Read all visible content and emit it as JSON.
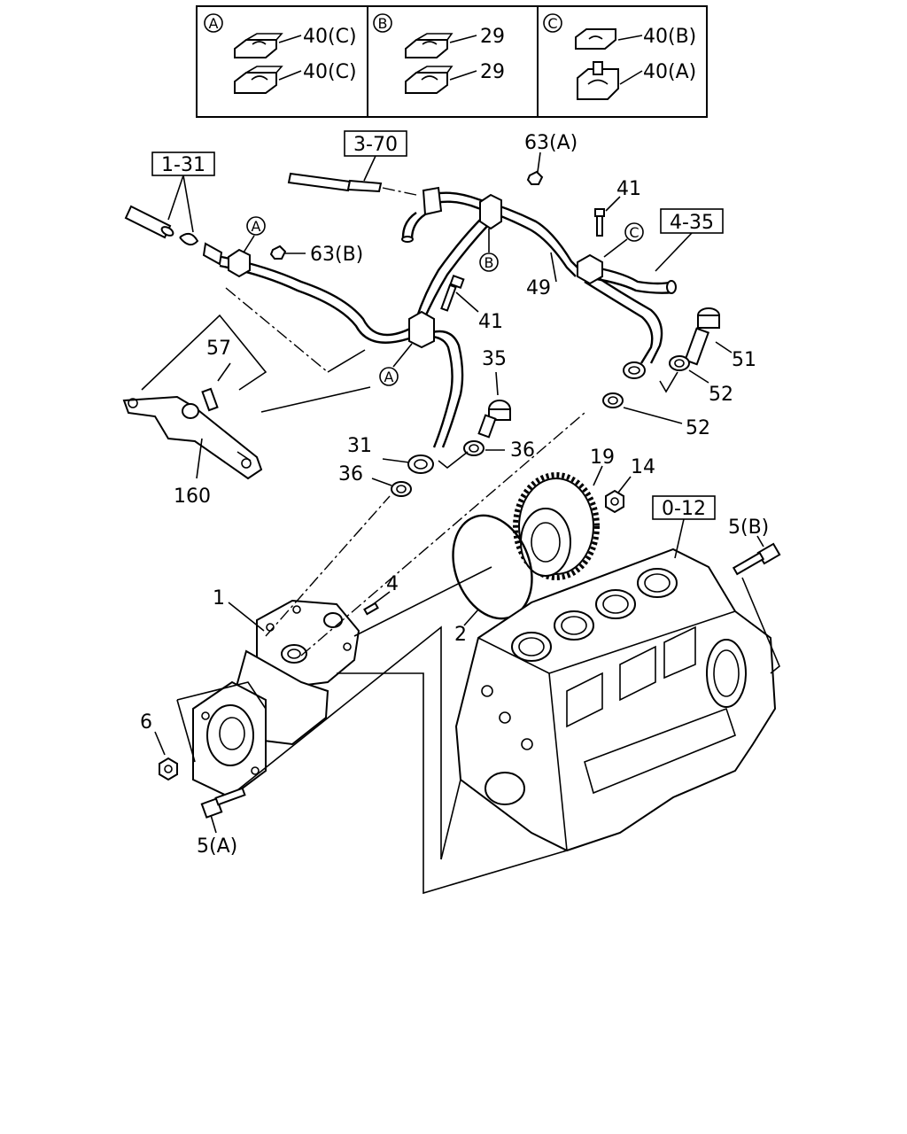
{
  "inset_panels": [
    {
      "letter": "A",
      "top_label": "40(C)",
      "bottom_label": "40(C)"
    },
    {
      "letter": "B",
      "top_label": "29",
      "bottom_label": "29"
    },
    {
      "letter": "C",
      "top_label": "40(B)",
      "bottom_label": "40(A)"
    }
  ],
  "ref_boxes": {
    "r1_31": "1-31",
    "r3_70": "3-70",
    "r4_35": "4-35",
    "r0_12": "0-12"
  },
  "callout_letters": {
    "a_top": "A",
    "b_mid": "B",
    "c_right": "C",
    "a_lower": "A"
  },
  "part_labels": {
    "p63a": "63(A)",
    "p63b": "63(B)",
    "p41a": "41",
    "p41b": "41",
    "p49": "49",
    "p51": "51",
    "p52a": "52",
    "p52b": "52",
    "p57": "57",
    "p35": "35",
    "p31": "31",
    "p36a": "36",
    "p36b": "36",
    "p160": "160",
    "p19": "19",
    "p14": "14",
    "p5b": "5(B)",
    "p4": "4",
    "p1": "1",
    "p2": "2",
    "p6": "6",
    "p5a": "5(A)"
  }
}
